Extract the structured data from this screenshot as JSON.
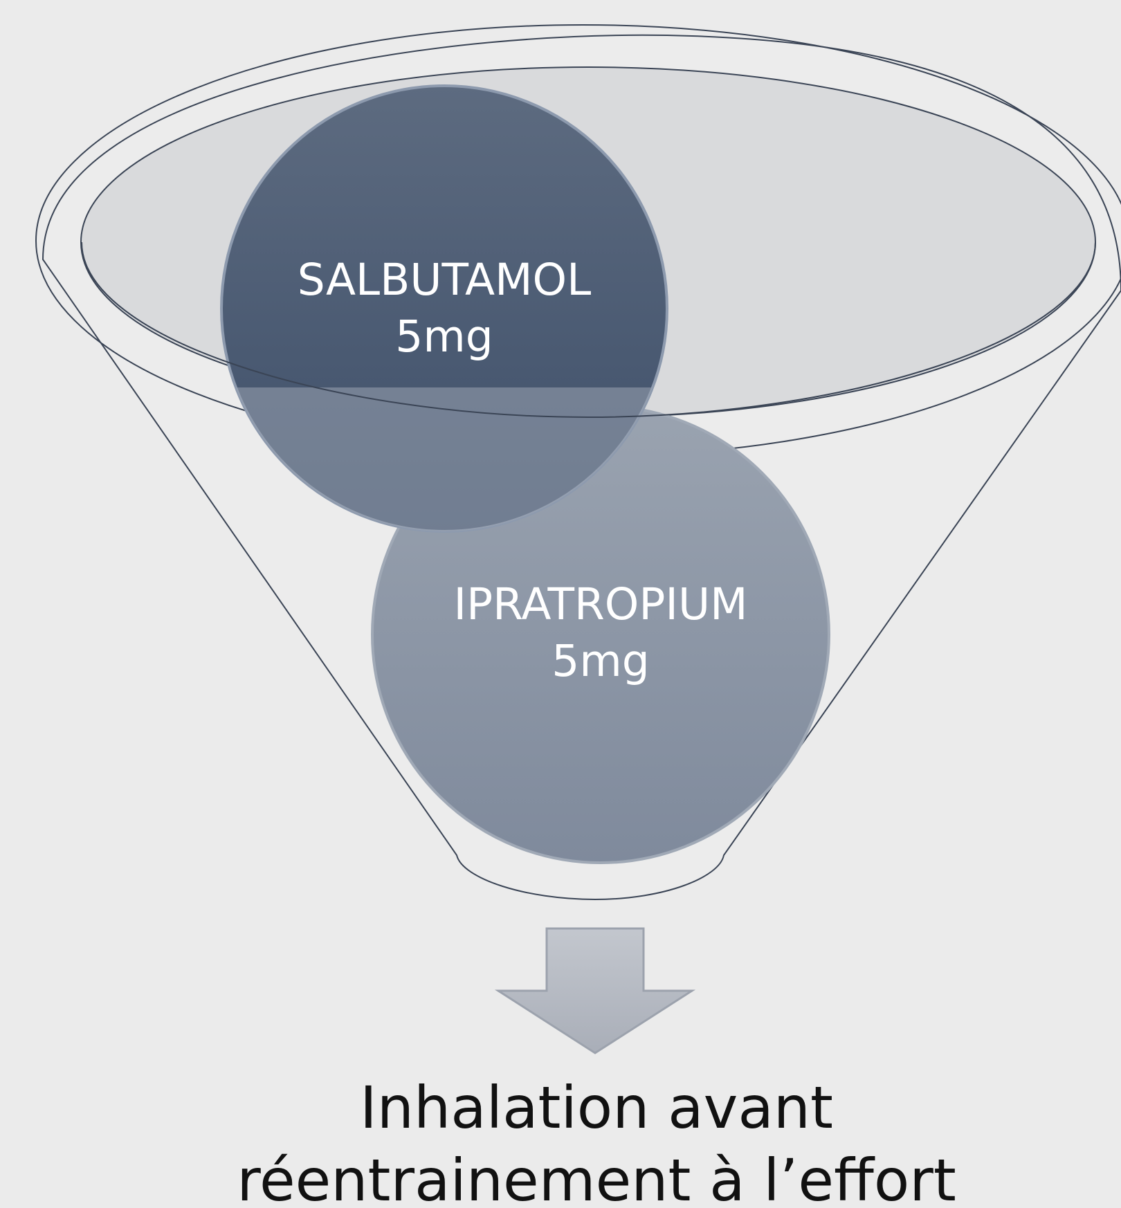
{
  "inputs": [
    {
      "name": "SALBUTAMOL",
      "dose": "5mg"
    },
    {
      "name": "IPRATROPIUM",
      "dose": "5mg"
    }
  ],
  "output": {
    "line1": "Inhalation avant",
    "line2": "réentrainement à l’effort"
  },
  "colors": {
    "background": "#ebebeb",
    "funnel_outline": "#3a4455",
    "top_circle": "#3f506a",
    "bottom_circle": "#8a95a5",
    "arrow": "#b7bcc5"
  }
}
